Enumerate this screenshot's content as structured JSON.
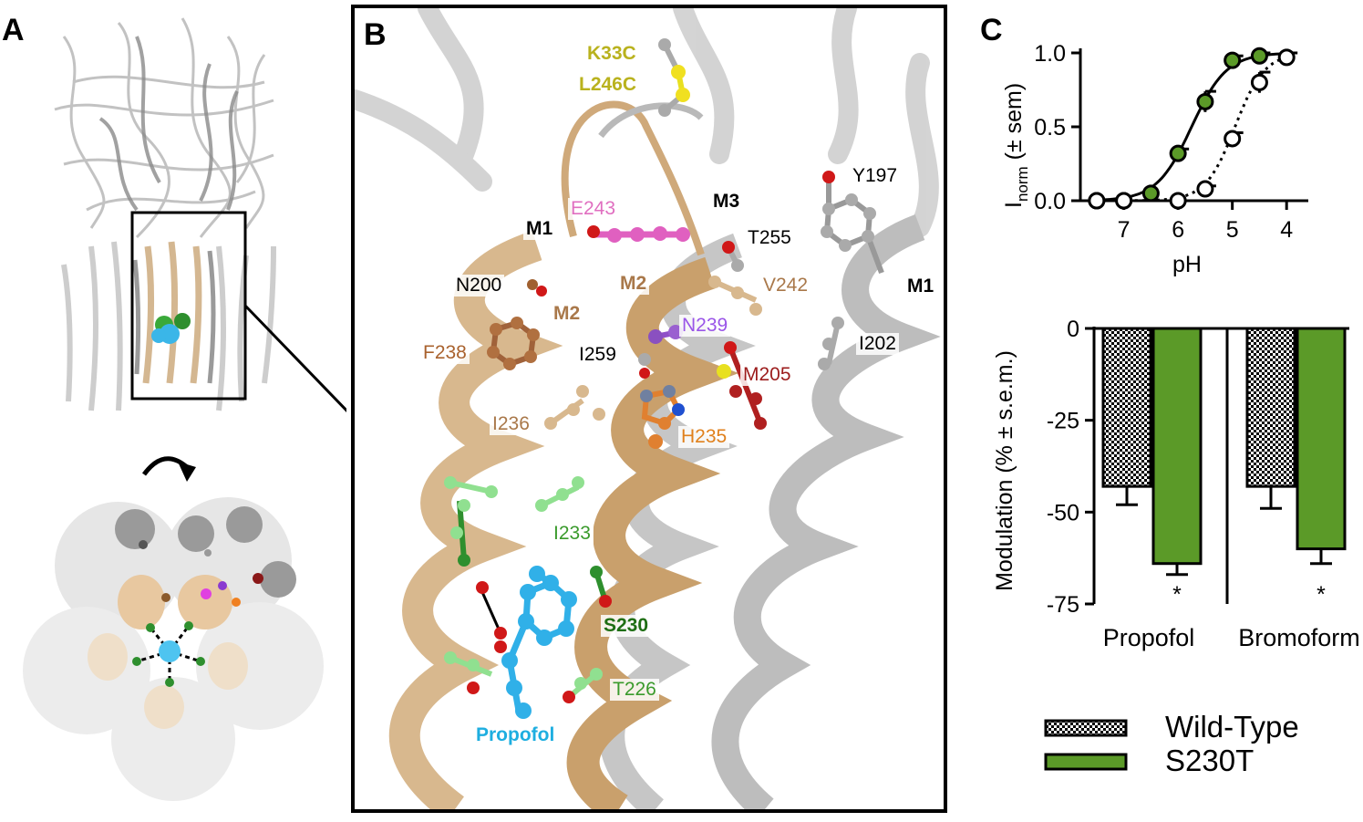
{
  "panels": {
    "a": "A",
    "b": "B",
    "c": "C"
  },
  "panelB": {
    "labels": [
      {
        "id": "k33c",
        "text": "K33C",
        "color": "#b9b21e",
        "bold": true
      },
      {
        "id": "l246c",
        "text": "L246C",
        "color": "#b9b21e",
        "bold": true
      },
      {
        "id": "e243",
        "text": "E243",
        "color": "#e06fc0",
        "bold": false
      },
      {
        "id": "m3",
        "text": "M3",
        "color": "#000000",
        "bold": true
      },
      {
        "id": "y197",
        "text": "Y197",
        "color": "#000000",
        "bold": false
      },
      {
        "id": "m1a",
        "text": "M1",
        "color": "#000000",
        "bold": true
      },
      {
        "id": "t255",
        "text": "T255",
        "color": "#000000",
        "bold": false
      },
      {
        "id": "n200",
        "text": "N200",
        "color": "#000000",
        "bold": false
      },
      {
        "id": "m2a",
        "text": "M2",
        "color": "#a9784a",
        "bold": true
      },
      {
        "id": "v242",
        "text": "V242",
        "color": "#a9784a",
        "bold": false
      },
      {
        "id": "m1b",
        "text": "M1",
        "color": "#000000",
        "bold": true
      },
      {
        "id": "m2b",
        "text": "M2",
        "color": "#a9784a",
        "bold": true
      },
      {
        "id": "n239",
        "text": "N239",
        "color": "#9a55e8",
        "bold": false
      },
      {
        "id": "f238",
        "text": "F238",
        "color": "#a9622e",
        "bold": false
      },
      {
        "id": "i259",
        "text": "I259",
        "color": "#000000",
        "bold": false
      },
      {
        "id": "i202",
        "text": "I202",
        "color": "#000000",
        "bold": false
      },
      {
        "id": "m205",
        "text": "M205",
        "color": "#9c1c1c",
        "bold": false
      },
      {
        "id": "i236",
        "text": "I236",
        "color": "#a9784a",
        "bold": false
      },
      {
        "id": "h235",
        "text": "H235",
        "color": "#e0801c",
        "bold": false
      },
      {
        "id": "i233",
        "text": "I233",
        "color": "#3a9a2c",
        "bold": false
      },
      {
        "id": "s230",
        "text": "S230",
        "color": "#1e6e14",
        "bold": true
      },
      {
        "id": "t226",
        "text": "T226",
        "color": "#3a9a2c",
        "bold": false
      },
      {
        "id": "propofol",
        "text": "Propofol",
        "color": "#1eaee0",
        "bold": true
      }
    ]
  },
  "chart_data": [
    {
      "type": "scatter",
      "xlabel": "pH",
      "ylabel_main": "I",
      "ylabel_sub": "norm",
      "ylabel_rest": "(± sem)",
      "xlim": [
        7.8,
        3.6
      ],
      "ylim": [
        0,
        1.0
      ],
      "xticks": [
        "7",
        "6",
        "5",
        "4"
      ],
      "xtick_values": [
        7,
        6,
        5,
        4
      ],
      "yticks": [
        "0.0",
        "0.5",
        "1.0"
      ],
      "ytick_values": [
        0,
        0.5,
        1.0
      ],
      "series": [
        {
          "fill": "#5b9a28",
          "line": "solid",
          "x": [
            7.5,
            7.0,
            6.5,
            6.0,
            5.5,
            5.0,
            4.5
          ],
          "y": [
            0.0,
            0.0,
            0.05,
            0.32,
            0.67,
            0.95,
            0.98
          ],
          "err": [
            0,
            0,
            0,
            0.03,
            0.07,
            0.03,
            0.02
          ]
        },
        {
          "fill": "#ffffff",
          "line": "dotted",
          "x": [
            7.5,
            7.0,
            6.0,
            5.5,
            5.0,
            4.5,
            4.0
          ],
          "y": [
            0.0,
            0.0,
            0.0,
            0.08,
            0.42,
            0.8,
            0.97
          ],
          "err": [
            0,
            0,
            0,
            0.02,
            0.04,
            0.07,
            0.03
          ]
        }
      ]
    },
    {
      "type": "bar",
      "ylabel": "Modulation (% ± s.e.m.)",
      "ylim": [
        -75,
        0
      ],
      "yticks": [
        "0",
        "-25",
        "-50",
        "-75"
      ],
      "ytick_values": [
        0,
        -25,
        -50,
        -75
      ],
      "categories": [
        "Propofol",
        "Bromoform"
      ],
      "series": [
        {
          "name": "Wild-Type",
          "values": [
            -43,
            -43
          ],
          "err": [
            5,
            6
          ],
          "pattern": "checker"
        },
        {
          "name": "S230T",
          "values": [
            -64,
            -60
          ],
          "err": [
            3,
            4
          ],
          "fill": "#5b9a28"
        }
      ],
      "significance": [
        "*",
        "*"
      ]
    }
  ]
}
